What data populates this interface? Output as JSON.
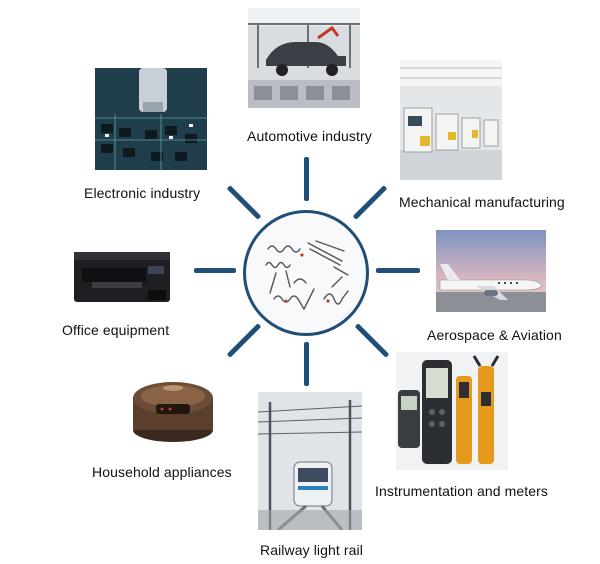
{
  "center": {
    "icon": "springs-and-wire-forms"
  },
  "industries": [
    {
      "label": "Automotive industry",
      "icon": "car-assembly-line"
    },
    {
      "label": "Mechanical manufacturing",
      "icon": "factory-machines"
    },
    {
      "label": "Aerospace & Aviation",
      "icon": "airplane"
    },
    {
      "label": "Instrumentation and meters",
      "icon": "digital-meters"
    },
    {
      "label": "Railway light rail",
      "icon": "light-rail-train"
    },
    {
      "label": "Household appliances",
      "icon": "rice-cooker"
    },
    {
      "label": "Office equipment",
      "icon": "printer"
    },
    {
      "label": "Electronic industry",
      "icon": "circuit-board"
    }
  ],
  "colors": {
    "spoke": "#1f4e79",
    "hub_border": "#1f4e79",
    "background": "#ffffff"
  }
}
